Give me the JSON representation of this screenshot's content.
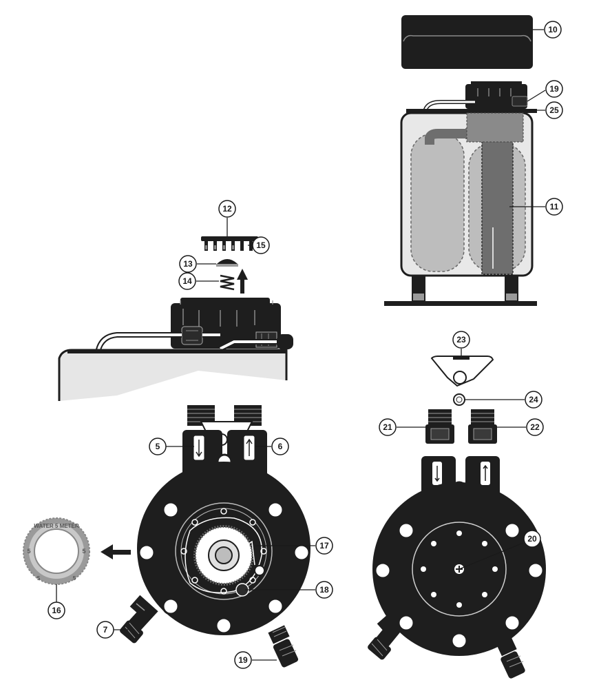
{
  "callouts": [
    {
      "id": "10",
      "label": "10"
    },
    {
      "id": "19a",
      "label": "19"
    },
    {
      "id": "25",
      "label": "25"
    },
    {
      "id": "11",
      "label": "11"
    },
    {
      "id": "12",
      "label": "12"
    },
    {
      "id": "15",
      "label": "15"
    },
    {
      "id": "13",
      "label": "13"
    },
    {
      "id": "14",
      "label": "14"
    },
    {
      "id": "23",
      "label": "23"
    },
    {
      "id": "24",
      "label": "24"
    },
    {
      "id": "21",
      "label": "21"
    },
    {
      "id": "22",
      "label": "22"
    },
    {
      "id": "5",
      "label": "5"
    },
    {
      "id": "6",
      "label": "6"
    },
    {
      "id": "17",
      "label": "17"
    },
    {
      "id": "18",
      "label": "18"
    },
    {
      "id": "16",
      "label": "16"
    },
    {
      "id": "7",
      "label": "7"
    },
    {
      "id": "19b",
      "label": "19"
    },
    {
      "id": "20",
      "label": "20"
    }
  ],
  "water_meter": {
    "top_text": "WATER 5 METER",
    "digit": "5"
  },
  "colors": {
    "dark": "#1e1e1e",
    "mid_gray": "#8a8a8a",
    "light_gray": "#d9d9d9",
    "tank_fill": "#e6e6e6",
    "outline": "#1a1a1a"
  }
}
